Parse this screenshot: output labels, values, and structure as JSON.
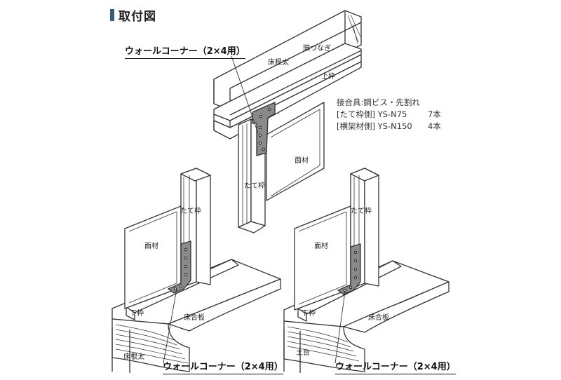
{
  "title": "取付図",
  "fastener": {
    "heading": "接合具:鋼ビス・先割れ",
    "rows": [
      {
        "label": "[たて枠側] YS-N75",
        "count": "7本"
      },
      {
        "label": "[横架材側] YS-N150",
        "count": "4本"
      }
    ]
  },
  "callouts": {
    "top": "ウォールコーナー（2×4用）",
    "left": "ウォールコーナー（2×4用）",
    "right": "ウォールコーナー（2×4用）"
  },
  "labels": {
    "top_head_tie": "頭つなぎ",
    "top_floor_joist": "床根太",
    "top_plate": "上枠",
    "top_stud": "たて枠",
    "top_panel": "面材",
    "left_stud": "たて枠",
    "left_panel": "面材",
    "left_bottom_plate": "下枠",
    "left_subfloor": "床合板",
    "left_floor_joist": "床根太",
    "right_stud": "たて枠",
    "right_panel": "面材",
    "right_bottom_plate": "下枠",
    "right_subfloor": "床合板",
    "right_sill": "土台"
  },
  "colors": {
    "line": "#333333",
    "bracket": "#8a8a8a",
    "title_bar": "#355f7a"
  }
}
